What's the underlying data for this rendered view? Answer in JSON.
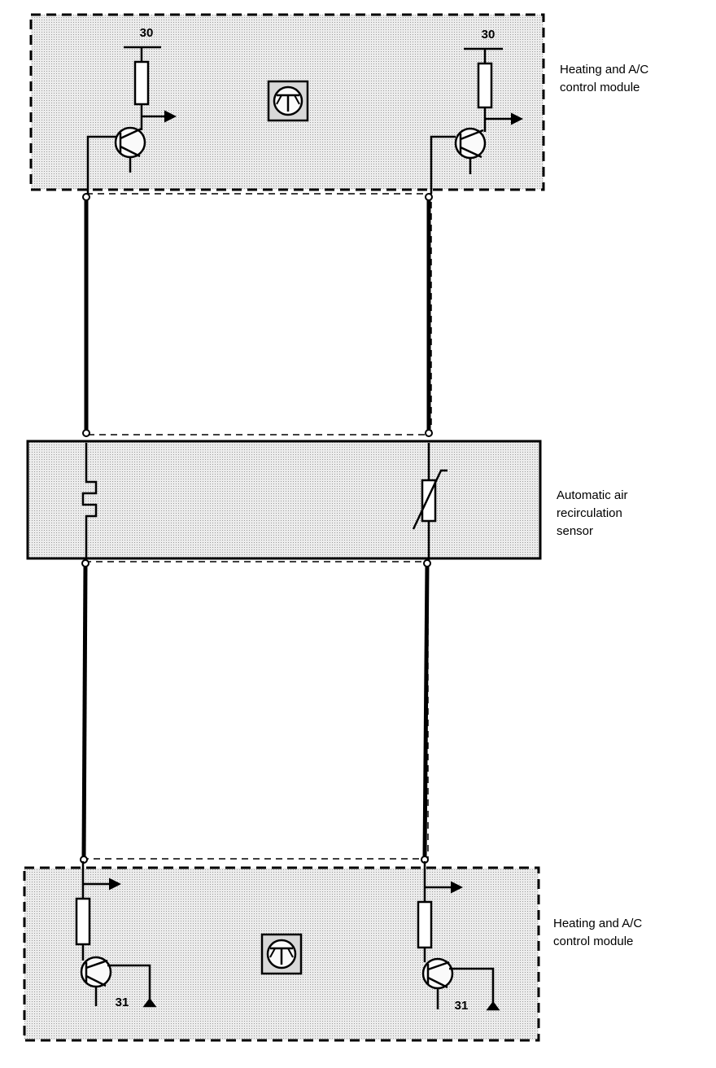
{
  "top_module": {
    "label_line1": "Heating and A/C",
    "label_line2": "control module",
    "terminal_left": "30",
    "terminal_right": "30"
  },
  "sensor": {
    "label_line1": "Automatic air",
    "label_line2": "recirculation",
    "label_line3": "sensor"
  },
  "bottom_module": {
    "label_line1": "Heating and A/C",
    "label_line2": "control module",
    "terminal_left": "31",
    "terminal_right": "31"
  },
  "colors": {
    "line": "#000000",
    "shade": "#e4e4e4",
    "background": "#ffffff"
  }
}
